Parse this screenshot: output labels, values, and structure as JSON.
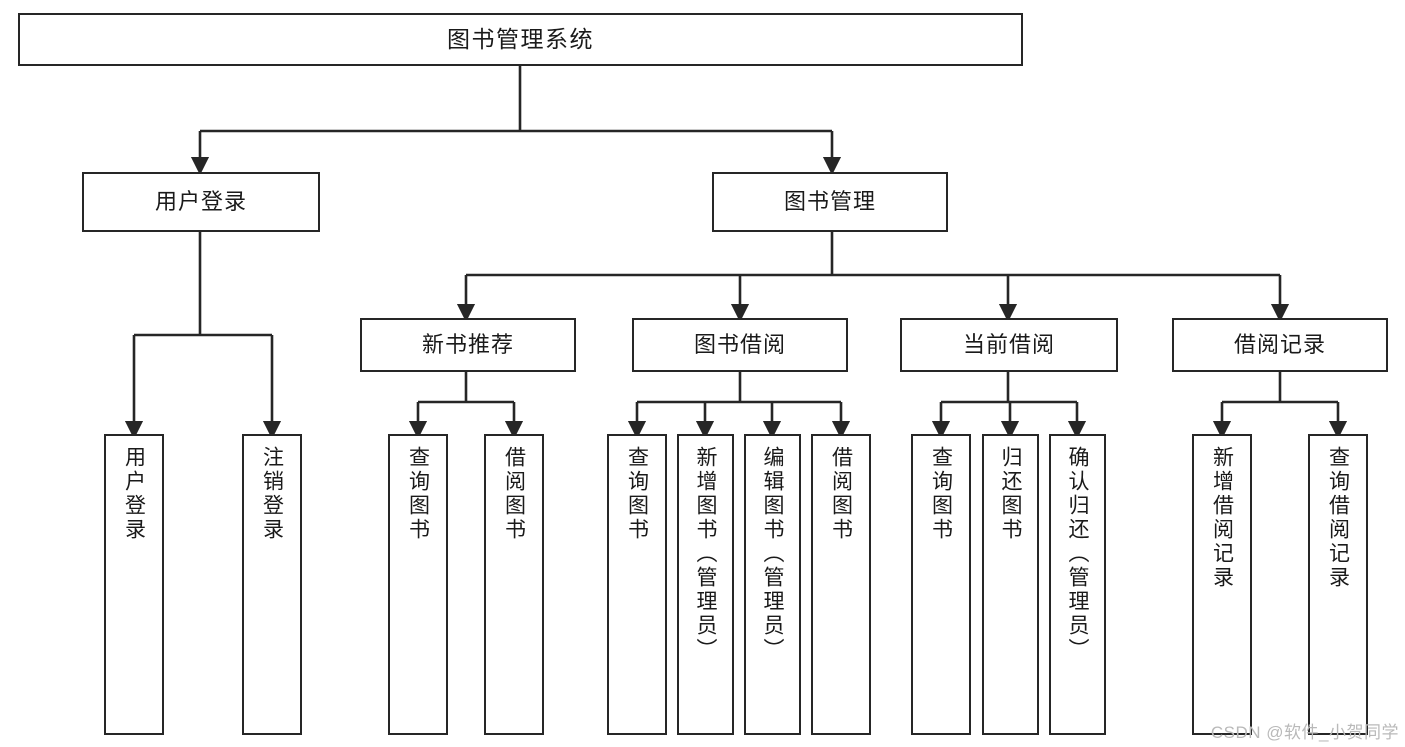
{
  "diagram": {
    "title": "图书管理系统",
    "type": "hierarchy-tree",
    "background_color": "#ffffff",
    "line_color": "#262626",
    "node_fill": "#ffffff",
    "levels": 4
  },
  "nodes": {
    "root": {
      "label": "图书管理系统",
      "level": 0
    },
    "l1": [
      {
        "id": "user_login",
        "label": "用户登录",
        "level": 1
      },
      {
        "id": "book_manage",
        "label": "图书管理",
        "level": 1
      }
    ],
    "l2": [
      {
        "id": "new_book_rec",
        "label": "新书推荐",
        "level": 2,
        "parent": "book_manage"
      },
      {
        "id": "book_borrow",
        "label": "图书借阅",
        "level": 2,
        "parent": "book_manage"
      },
      {
        "id": "current_borrow",
        "label": "当前借阅",
        "level": 2,
        "parent": "book_manage"
      },
      {
        "id": "borrow_record",
        "label": "借阅记录",
        "level": 2,
        "parent": "book_manage"
      }
    ],
    "leaves": [
      {
        "id": "leaf_user_login",
        "label": "用户登录",
        "parent": "user_login"
      },
      {
        "id": "leaf_logout",
        "label": "注销登录",
        "parent": "user_login"
      },
      {
        "id": "leaf_query_book_1",
        "label": "查询图书",
        "parent": "new_book_rec"
      },
      {
        "id": "leaf_borrow_book_1",
        "label": "借阅图书",
        "parent": "new_book_rec"
      },
      {
        "id": "leaf_query_book_2",
        "label": "查询图书",
        "parent": "book_borrow"
      },
      {
        "id": "leaf_add_book",
        "label": "新增图书（管理员）",
        "parent": "book_borrow"
      },
      {
        "id": "leaf_edit_book",
        "label": "编辑图书（管理员）",
        "parent": "book_borrow"
      },
      {
        "id": "leaf_borrow_book_2",
        "label": "借阅图书",
        "parent": "book_borrow"
      },
      {
        "id": "leaf_query_book_3",
        "label": "查询图书",
        "parent": "current_borrow"
      },
      {
        "id": "leaf_return_book",
        "label": "归还图书",
        "parent": "current_borrow"
      },
      {
        "id": "leaf_confirm_return",
        "label": "确认归还（管理员）",
        "parent": "current_borrow"
      },
      {
        "id": "leaf_add_record",
        "label": "新增借阅记录",
        "parent": "borrow_record"
      },
      {
        "id": "leaf_query_record",
        "label": "查询借阅记录",
        "parent": "borrow_record"
      }
    ]
  },
  "watermark": {
    "text": "CSDN @软件_小贺同学"
  }
}
